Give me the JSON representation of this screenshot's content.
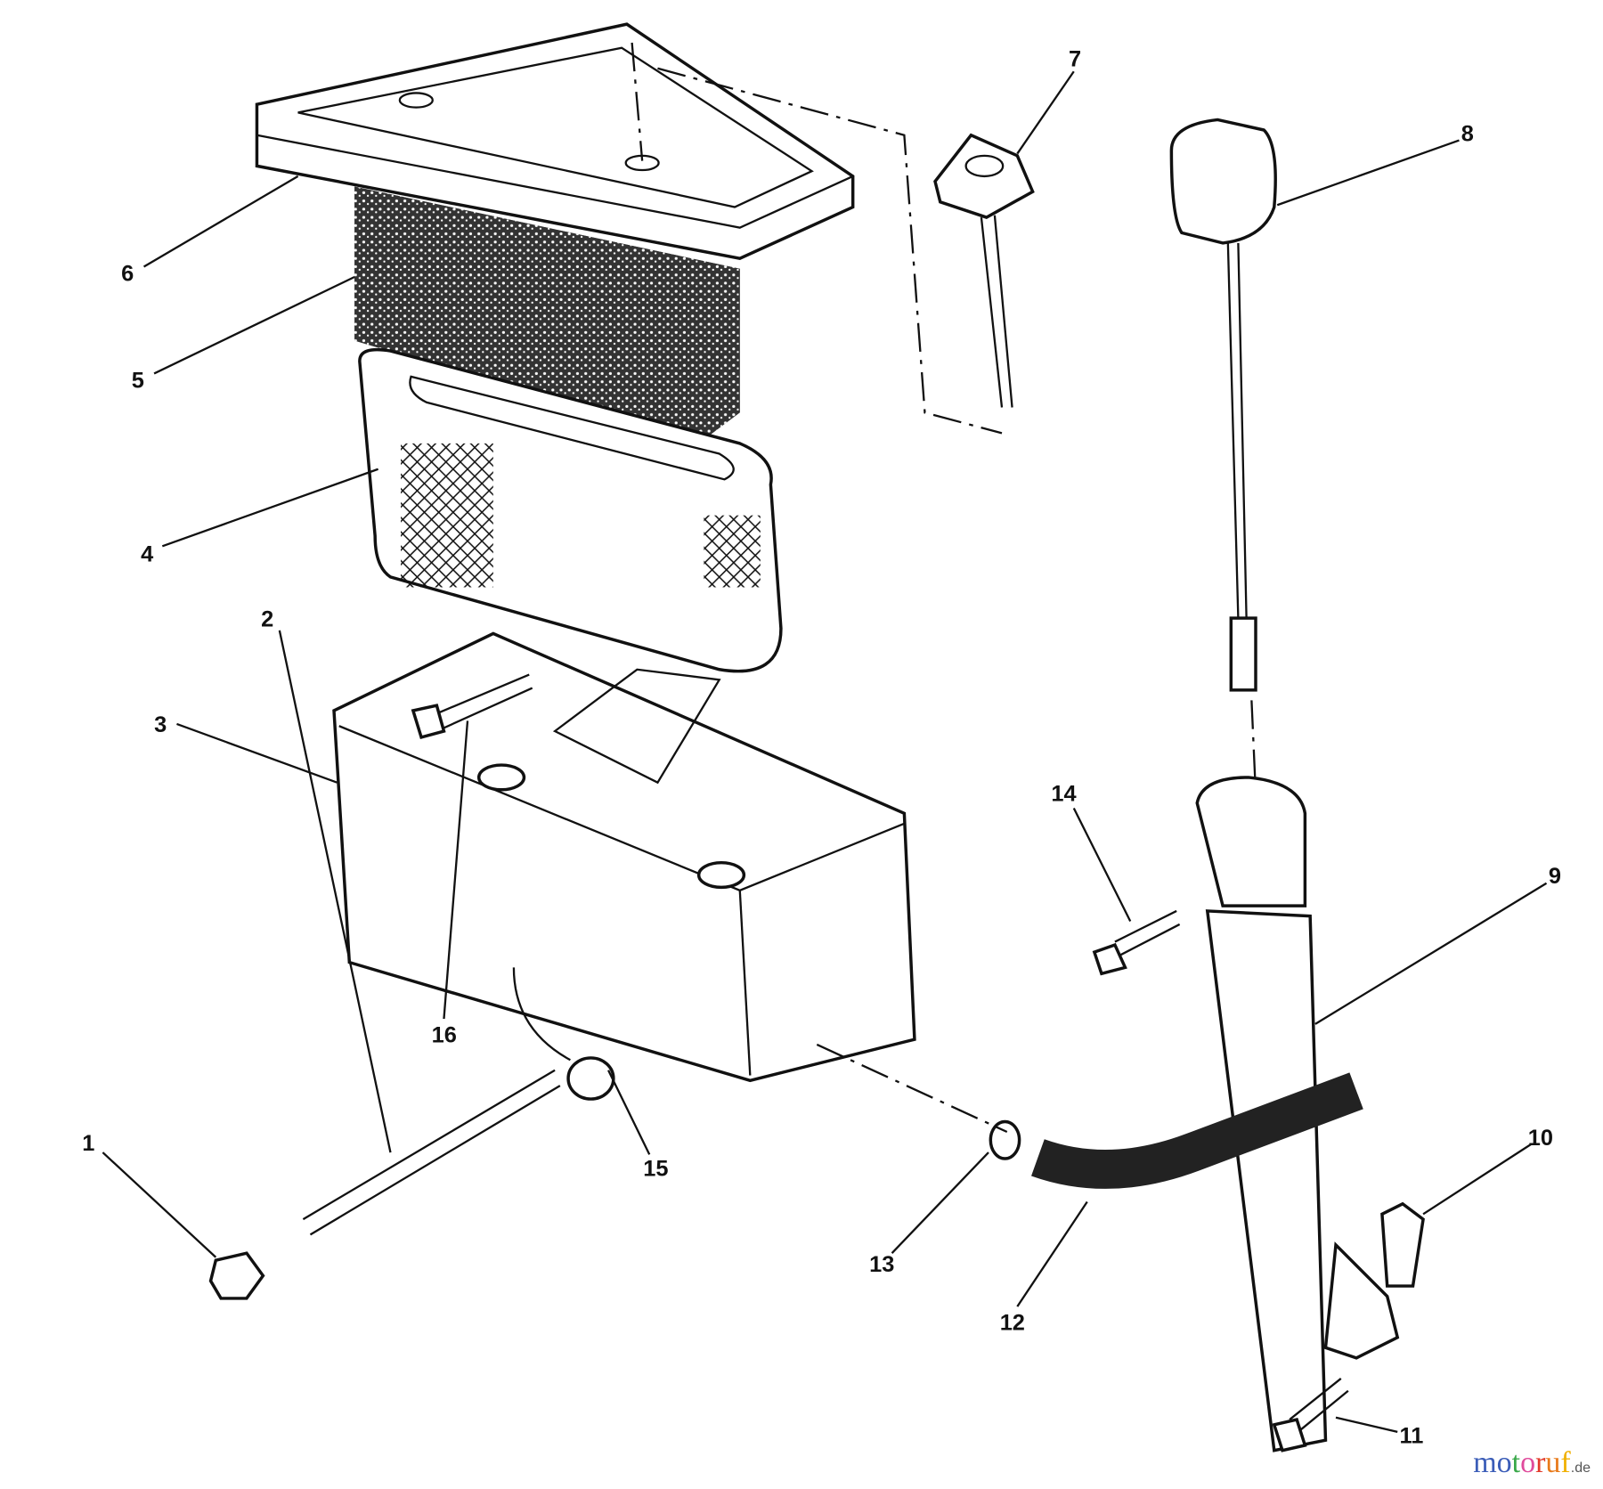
{
  "diagram": {
    "callouts": [
      "1",
      "2",
      "3",
      "4",
      "5",
      "6",
      "7",
      "8",
      "9",
      "10",
      "11",
      "12",
      "13",
      "14",
      "15",
      "16"
    ]
  },
  "watermark": {
    "text": "motoruf",
    "suffix": ".de",
    "colors": [
      "#3b5db8",
      "#3b5db8",
      "#3aa84a",
      "#e04b9c",
      "#e23a2a",
      "#e87a1a",
      "#f0b000"
    ]
  }
}
